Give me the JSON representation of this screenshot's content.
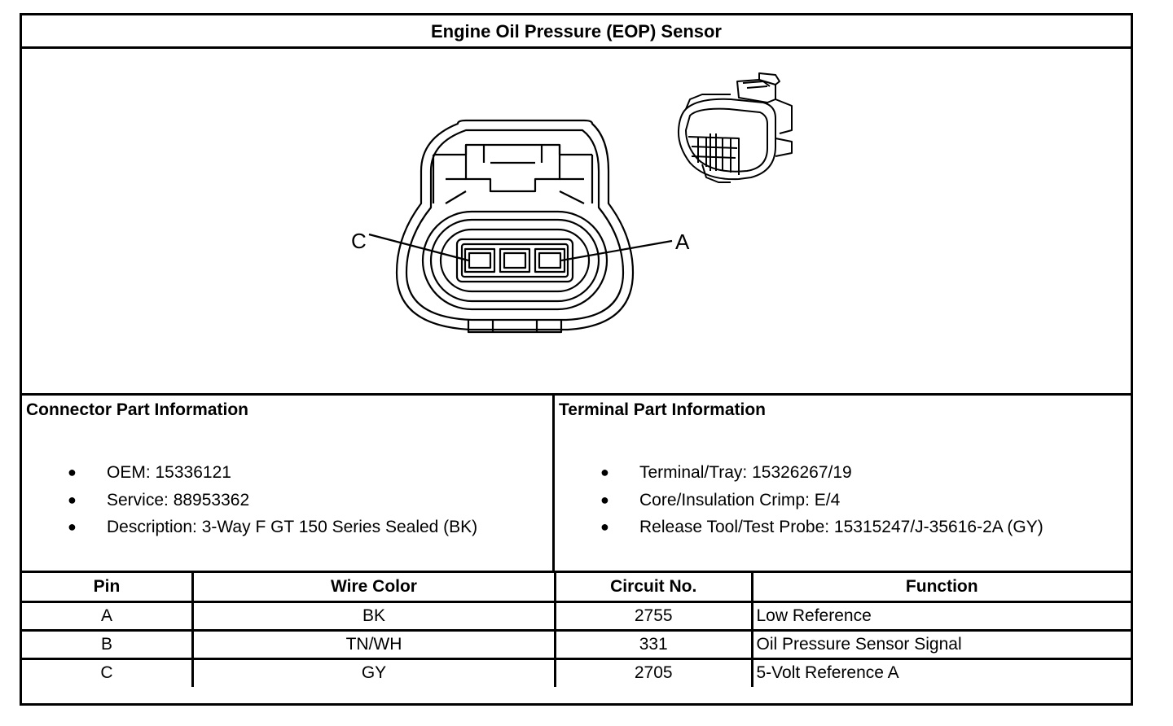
{
  "title": "Engine Oil Pressure (EOP) Sensor",
  "diagram": {
    "pin_label_left": "C",
    "pin_label_right": "A"
  },
  "connector_info": {
    "heading": "Connector Part Information",
    "items": [
      "OEM: 15336121",
      "Service: 88953362",
      "Description: 3-Way F GT 150 Series Sealed (BK)"
    ]
  },
  "terminal_info": {
    "heading": "Terminal Part Information",
    "items": [
      "Terminal/Tray: 15326267/19",
      "Core/Insulation Crimp: E/4",
      "Release Tool/Test Probe: 15315247/J-35616-2A (GY)"
    ]
  },
  "pin_table": {
    "headers": [
      "Pin",
      "Wire Color",
      "Circuit No.",
      "Function"
    ],
    "rows": [
      [
        "A",
        "BK",
        "2755",
        "Low Reference"
      ],
      [
        "B",
        "TN/WH",
        "331",
        "Oil Pressure Sensor Signal"
      ],
      [
        "C",
        "GY",
        "2705",
        "5-Volt Reference A"
      ]
    ]
  }
}
